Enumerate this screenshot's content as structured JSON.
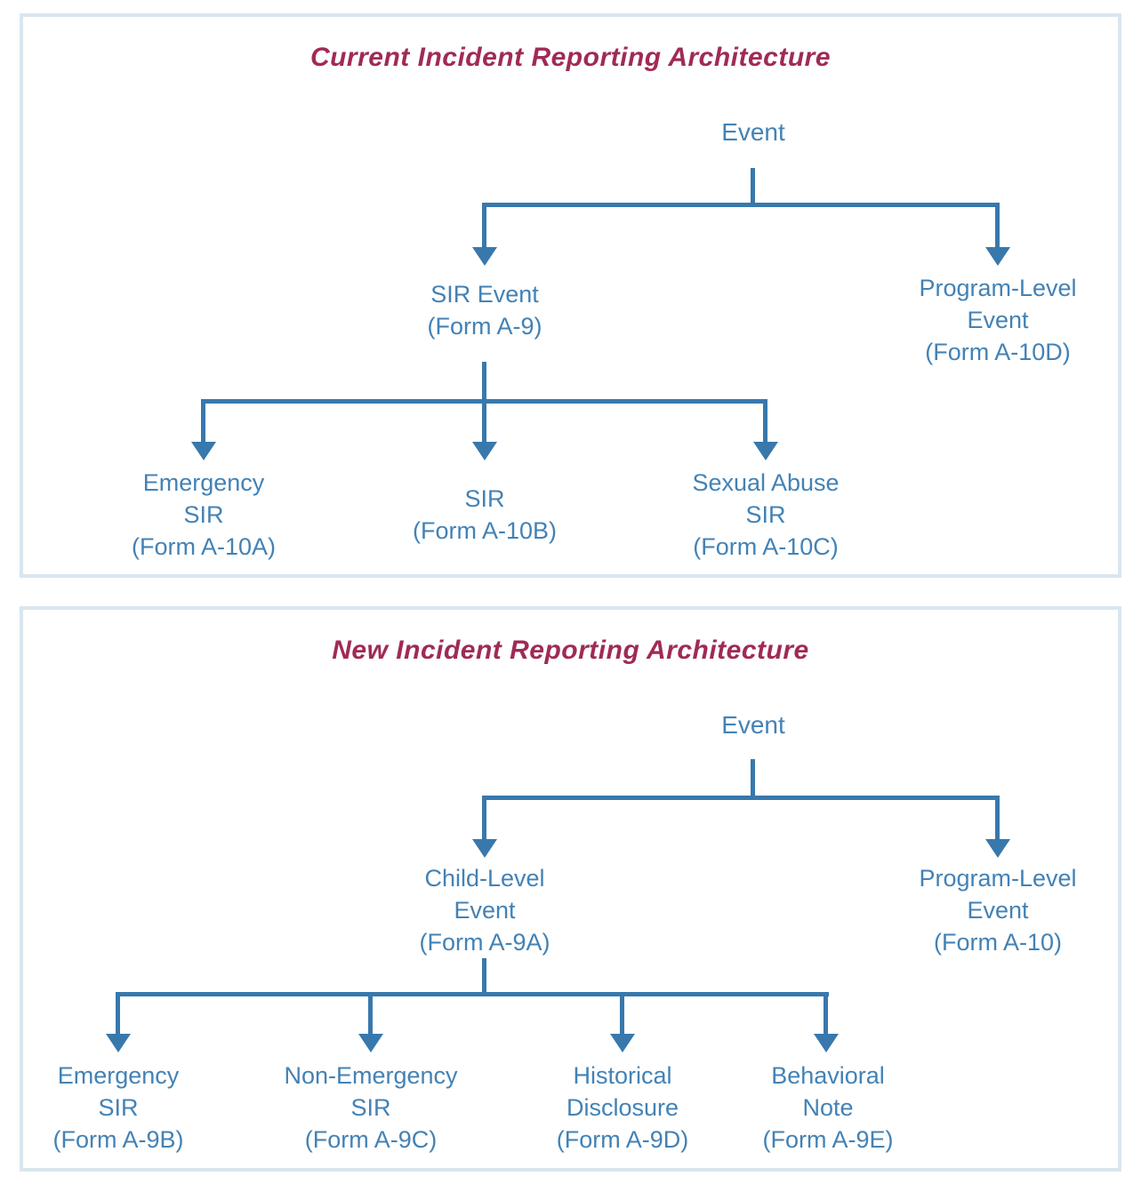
{
  "colors": {
    "line": "#3878ad",
    "node_text": "#4382b5",
    "title_text": "#a02a56",
    "panel_border": "#d9e6ee"
  },
  "current": {
    "title": "Current Incident Reporting Architecture",
    "nodes": {
      "event": "Event",
      "sir_event": "SIR Event\n(Form A-9)",
      "program_level_event": "Program-Level\nEvent\n(Form A-10D)",
      "emergency_sir": "Emergency\nSIR\n(Form A-10A)",
      "sir": "SIR\n(Form A-10B)",
      "sexual_abuse_sir": "Sexual Abuse\nSIR\n(Form A-10C)"
    }
  },
  "new": {
    "title": "New Incident Reporting Architecture",
    "nodes": {
      "event": "Event",
      "child_level_event": "Child-Level\nEvent\n(Form A-9A)",
      "program_level_event": "Program-Level\nEvent\n(Form A-10)",
      "emergency_sir": "Emergency\nSIR\n(Form A-9B)",
      "non_emergency_sir": "Non-Emergency\nSIR\n(Form A-9C)",
      "historical_disclosure": "Historical\nDisclosure\n(Form A-9D)",
      "behavioral_note": "Behavioral\nNote\n(Form A-9E)"
    }
  }
}
